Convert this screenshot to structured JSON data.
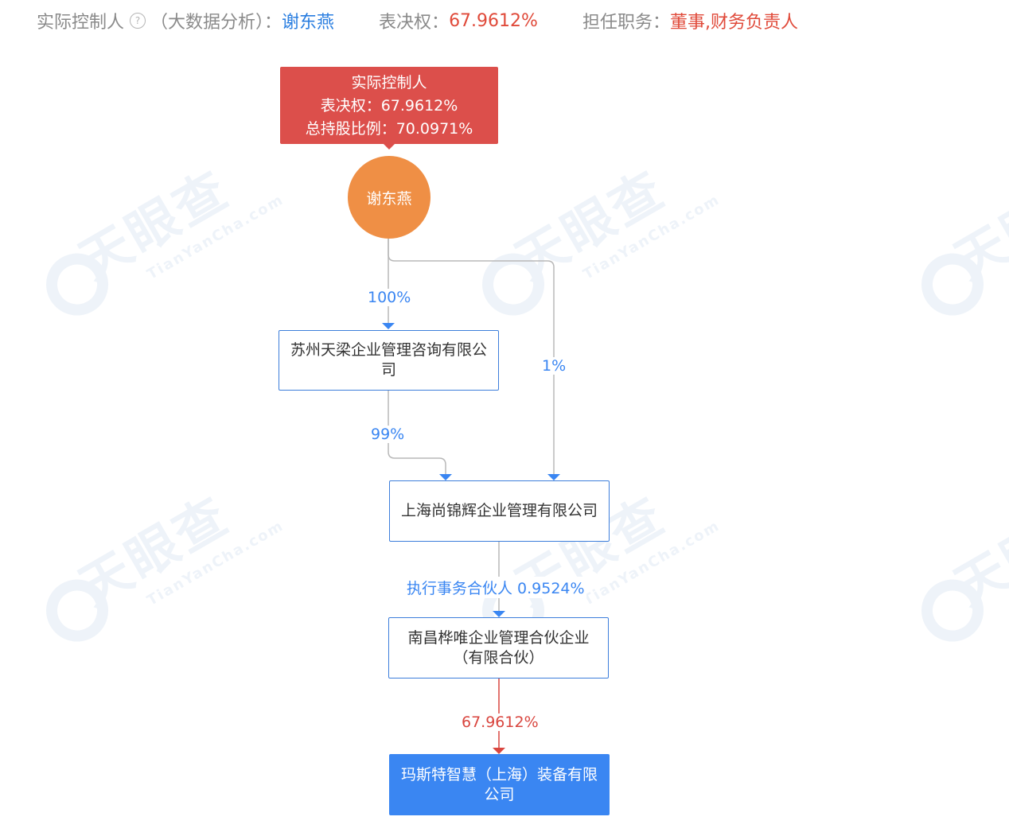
{
  "header": {
    "controller_label": "实际控制人",
    "analysis_label": "（大数据分析）：",
    "controller_name": "谢东燕",
    "voting_label": "表决权：",
    "voting_value": "67.9612%",
    "position_label": "担任职务：",
    "position_value": "董事,财务负责人"
  },
  "watermark": {
    "text": "天眼查",
    "subtext": "TianYanCha.com"
  },
  "controller_tag": {
    "line1": "实际控制人",
    "line2": "表决权：67.9612%",
    "line3": "总持股比例：70.0971%"
  },
  "person": {
    "name": "谢东燕"
  },
  "nodes": {
    "n1": "苏州天梁企业管理咨询有限公司",
    "n2": "上海尚锦辉企业管理有限公司",
    "n3": "南昌桦唯企业管理合伙企业（有限合伙）",
    "n4": "玛斯特智慧（上海）装备有限公司"
  },
  "edges": {
    "person_n1": "100%",
    "n1_n2": "99%",
    "person_n2": "1%",
    "n2_n3": "执行事务合伙人 0.9524%",
    "n3_n4": "67.9612%"
  },
  "colors": {
    "accent_blue": "#3a86f2",
    "accent_red": "#dc4f4b",
    "person_orange": "#ef8f45",
    "line_gray": "#b8b8b8"
  }
}
